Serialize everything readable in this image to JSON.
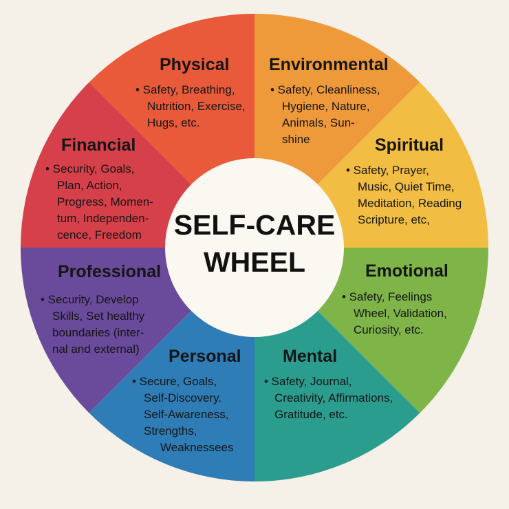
{
  "center": {
    "line1": "SELF-CARE",
    "line2": "WHEEL"
  },
  "colors": {
    "background": "#f5f0e8",
    "center": "#fbf8f2",
    "physical": "#ef9a3a",
    "environmental": "#f1bd43",
    "spiritual": "#7fb548",
    "emotional": "#2a9d8f",
    "mental": "#2f7db7",
    "personal": "#6a4a9a",
    "professional": "#d6404a",
    "financial": "#e85a3a"
  },
  "segments": [
    {
      "key": "physical",
      "title": "Physical",
      "lines": [
        "• Safety, Breathing,",
        "Nutrition, Exercise,",
        "Hugs, etc."
      ]
    },
    {
      "key": "environmental",
      "title": "Environmental",
      "lines": [
        "• Safety, Cleanliness,",
        "Hygiene, Nature,",
        "Animals, Sun-",
        "shine"
      ]
    },
    {
      "key": "spiritual",
      "title": "Spiritual",
      "lines": [
        "• Safety, Prayer,",
        "Music, Quiet Time,",
        "Meditation, Reading",
        "Scripture, etc,"
      ]
    },
    {
      "key": "emotional",
      "title": "Emotional",
      "lines": [
        "• Safety, Feelings",
        "Wheel, Validation,",
        "Curiosity, etc."
      ]
    },
    {
      "key": "mental",
      "title": "Mental",
      "lines": [
        "• Safety, Journal,",
        "Creativity, Affirmations,",
        "Gratitude, etc."
      ]
    },
    {
      "key": "personal",
      "title": "Personal",
      "lines": [
        "• Secure, Goals,",
        "Self-Discovery.",
        "Self-Awareness,",
        "Strengths,",
        "Weaknessees"
      ]
    },
    {
      "key": "professional",
      "title": "Professional",
      "lines": [
        "• Security, Develop",
        "Skills, Set healthy",
        "boundaries (inter-",
        "nal and external)"
      ]
    },
    {
      "key": "financial",
      "title": "Financial",
      "lines": [
        "• Security, Goals,",
        "Plan, Action,",
        "Progress, Momen-",
        "tum, Independen-",
        "cence, Freedom"
      ]
    }
  ]
}
